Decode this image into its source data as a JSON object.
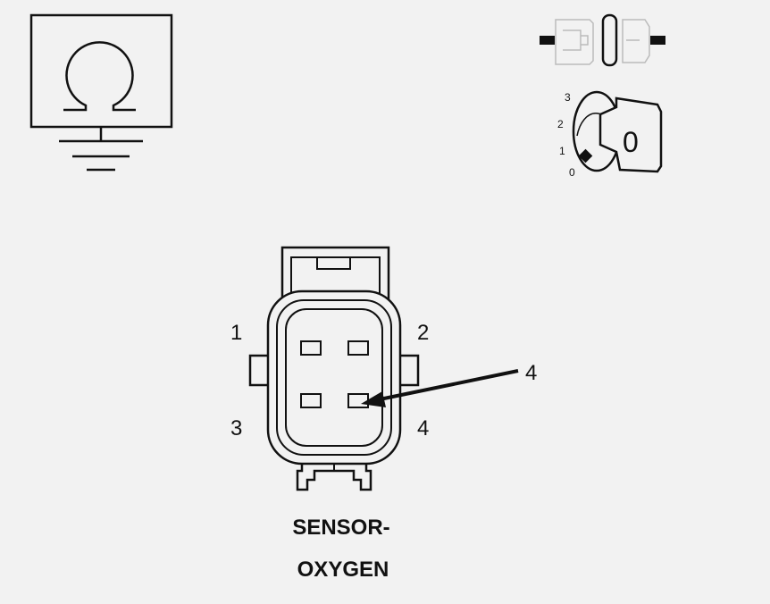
{
  "ohmmeter_symbol": {
    "icon": "ohm-ground-icon"
  },
  "connector_disconnect_symbol": {
    "icon": "disconnect-connector-icon"
  },
  "ignition_switch": {
    "icon": "ignition-key-icon",
    "positions": [
      "3",
      "2",
      "1",
      "0"
    ],
    "key_label": "0"
  },
  "connector": {
    "pins": [
      {
        "label": "1"
      },
      {
        "label": "2"
      },
      {
        "label": "3"
      },
      {
        "label": "4"
      }
    ],
    "callout_label": "4",
    "name_line1": "SENSOR-",
    "name_line2": "OXYGEN"
  }
}
